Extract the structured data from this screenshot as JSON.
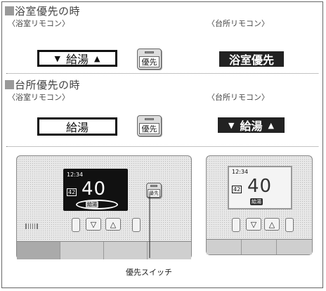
{
  "section_bath": {
    "heading": "浴室優先の時",
    "bath_remote_label": "〈浴室リモコン〉",
    "kitchen_remote_label": "〈台所リモコン〉",
    "bath_display": "給湯",
    "priority_button": "優先",
    "kitchen_display": "浴室優先"
  },
  "section_kitchen": {
    "heading": "台所優先の時",
    "bath_remote_label": "〈浴室リモコン〉",
    "kitchen_remote_label": "〈台所リモコン〉",
    "bath_display": "給湯",
    "priority_button": "優先",
    "kitchen_display": "給湯"
  },
  "illustration": {
    "left_remote": {
      "time": "12:34",
      "level": "42",
      "temperature": "40",
      "badge": "給湯",
      "priority_key": "優先",
      "down_key": "▽",
      "up_key": "△"
    },
    "right_remote": {
      "time": "12:34",
      "level": "42",
      "temperature": "40",
      "badge": "給湯",
      "down_key": "▽",
      "up_key": "△"
    },
    "callout": "優先スイッチ"
  }
}
